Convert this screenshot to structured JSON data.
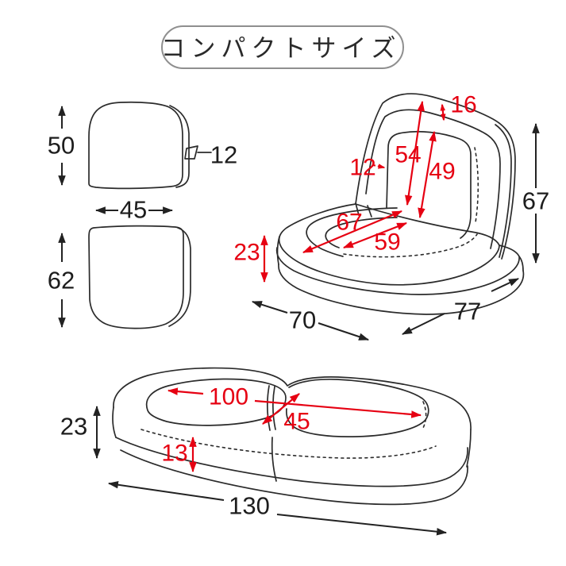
{
  "title": "コンパクトサイズ",
  "colors": {
    "red": "#e60012",
    "line_black": "#2b2b2b",
    "text_black": "#1d1d1d",
    "pill_border": "#8f8f8f",
    "background": "#ffffff"
  },
  "backrest_front_view": {
    "height_cm": "50",
    "width_cm": "45",
    "tab_length_cm": "12"
  },
  "seat_top_view": {
    "length_cm": "62"
  },
  "chair_view": {
    "back_top_gap_cm": "16",
    "back_inner_height_cm": "54",
    "back_panel_height_cm": "49",
    "back_thickness_cm": "12",
    "seat_diag_width_cm": "67",
    "seat_diag_depth_cm": "59",
    "seat_height_cm": "23",
    "floor_depth_cm": "70",
    "floor_width_cm": "77",
    "total_height_cm": "67"
  },
  "flat_view": {
    "inner_length_cm": "100",
    "inner_width_cm": "45",
    "cushion_height_cm": "13",
    "total_height_cm": "23",
    "total_length_cm": "130"
  }
}
